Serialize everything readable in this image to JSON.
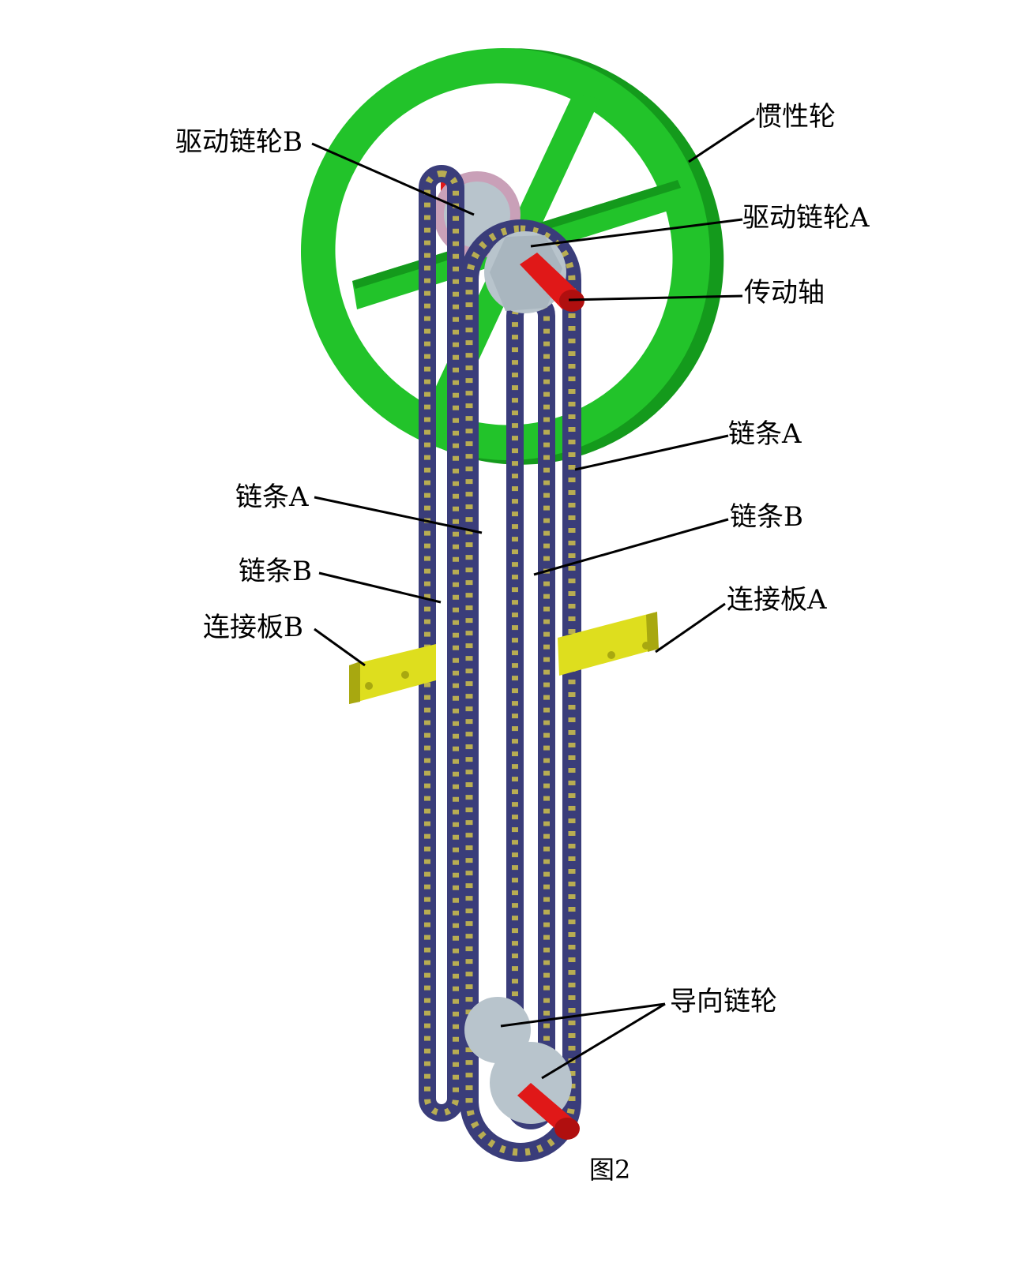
{
  "labels": {
    "drive_sprocket_b": "驱动链轮B",
    "flywheel": "惯性轮",
    "drive_sprocket_a": "驱动链轮A",
    "drive_shaft": "传动轴",
    "chain_a_right": "链条A",
    "chain_a_left": "链条A",
    "chain_b_right": "链条B",
    "chain_b_left": "链条B",
    "link_plate_a": "连接板A",
    "link_plate_b": "连接板B",
    "guide_sprocket": "导向链轮"
  },
  "caption": "图2",
  "colors": {
    "flywheel": "#22c32a",
    "flywheel_dark": "#149a1c",
    "shaft": "#e01818",
    "chain": "#3a3d7a",
    "chain_plate": "#b8ad52",
    "chain_pin": "#c0392b",
    "sprocket": "#b8c4cc",
    "link_plate": "#dede1e",
    "link_plate_dark": "#a8a810"
  }
}
